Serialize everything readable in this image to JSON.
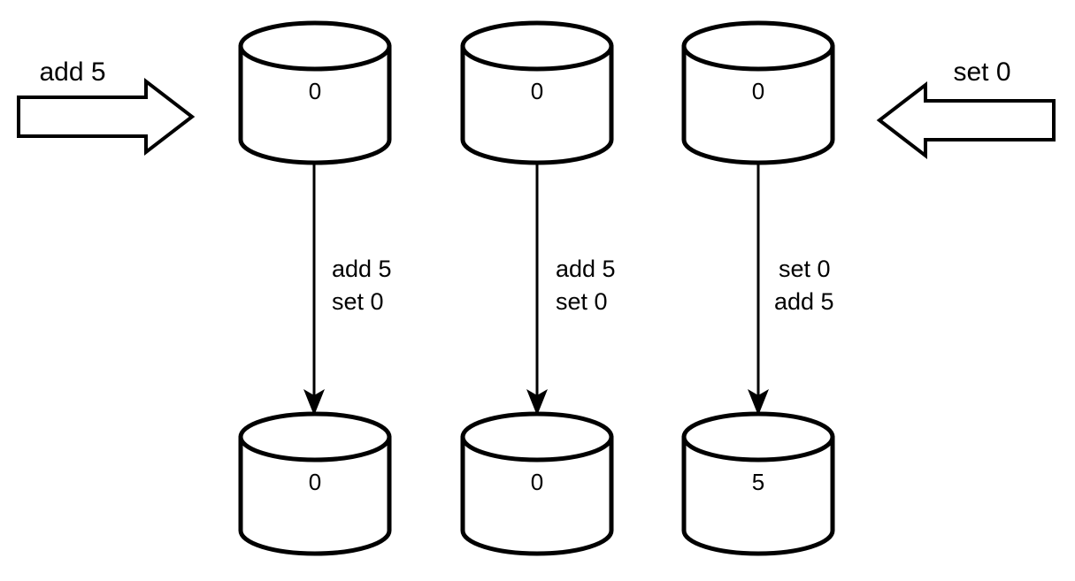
{
  "diagram": {
    "title": "replicated-counter-convergence",
    "columns": [
      {
        "id": "replica-1",
        "top_value": "0",
        "bottom_value": "0",
        "operations": [
          "add 5",
          "set 0"
        ]
      },
      {
        "id": "replica-2",
        "top_value": "0",
        "bottom_value": "0",
        "operations": [
          "add 5",
          "set 0"
        ]
      },
      {
        "id": "replica-3",
        "top_value": "0",
        "bottom_value": "5",
        "operations": [
          "set 0",
          "add 5"
        ]
      }
    ],
    "client_arrows": [
      {
        "id": "left-client-arrow",
        "label": "add 5",
        "direction": "right"
      },
      {
        "id": "right-client-arrow",
        "label": "set 0",
        "direction": "left"
      }
    ],
    "colors": {
      "stroke": "#000000",
      "fill": "#ffffff",
      "text": "#000000"
    }
  }
}
